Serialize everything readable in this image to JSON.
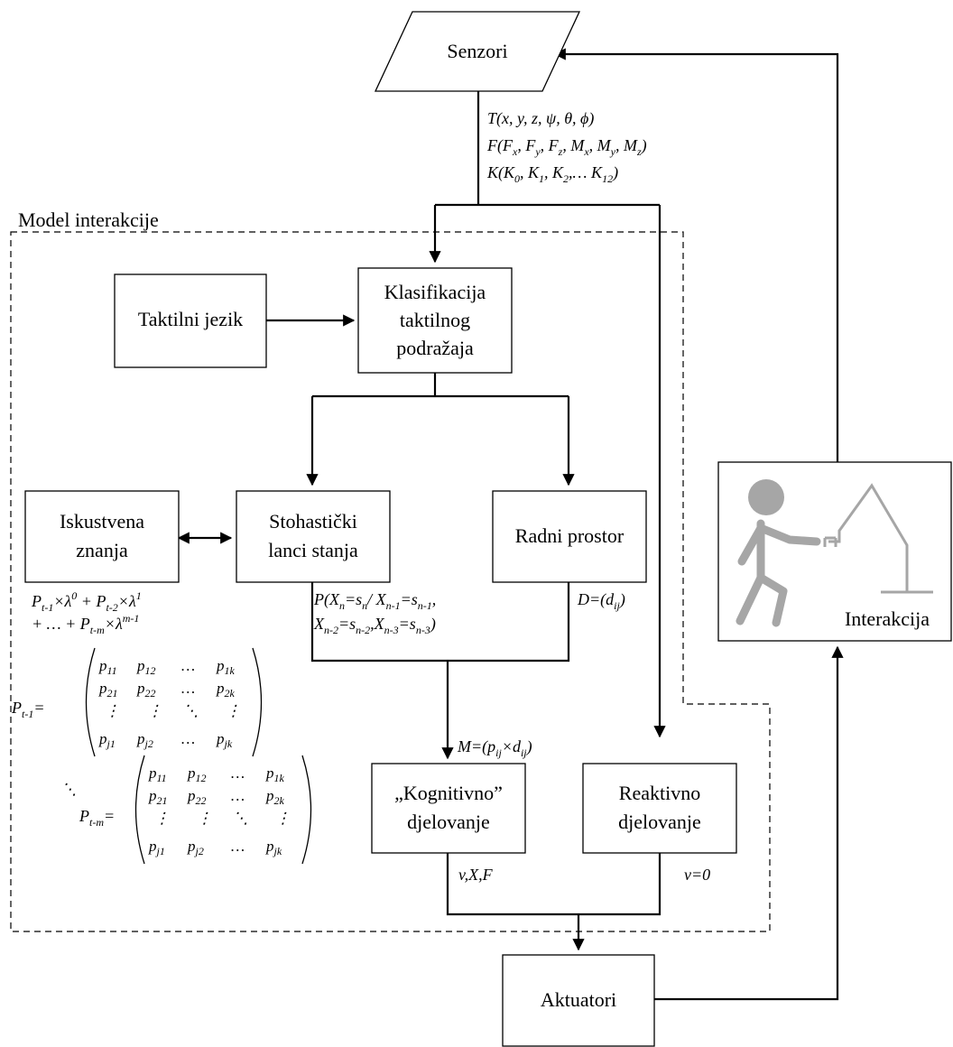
{
  "nodes": {
    "senzori": "Senzori",
    "model_label": "Model interakcije",
    "taktilni_jezik": "Taktilni jezik",
    "klasifikacija": [
      "Klasifikacija",
      "taktilnog",
      "podražaja"
    ],
    "iskustvena": [
      "Iskustvena",
      "znanja"
    ],
    "stohasticki": [
      "Stohastički",
      "lanci stanja"
    ],
    "radni_prostor": "Radni prostor",
    "kognitivno": [
      "„Kognitivno”",
      "djelovanje"
    ],
    "reaktivno": [
      "Reaktivno",
      "djelovanje"
    ],
    "aktuatori": "Aktuatori",
    "interakcija": "Interakcija"
  },
  "sensor_signals": {
    "T": "T(x, y, z, ψ, θ, ϕ)",
    "F": "F(Fx, Fy, Fz, Mx, My, Mz)",
    "K": "K(K0, K1, K2,… K12)"
  },
  "formulas": {
    "markov": "P(Xn=sn/ Xn-1=sn-1, Xn-2=sn-2,Xn-3=sn-3)",
    "workspace": "D=(dij)",
    "weighted_sum": "Pt-1×λ0 + Pt-2×λ1 + … + Pt-m×λm-1",
    "matrix_1": "Pt-1=(p11 p12 … p1k; p21 p22 … p2k; ⋮ ⋮ ⋱ ⋮; pj1 pj2 … pjk)",
    "matrix_m": "Pt-m=(p11 p12 … p1k; p21 p22 … p2k; ⋮ ⋮ ⋱ ⋮; pj1 pj2 … pjk)",
    "ellipsis": "⋱",
    "M": "M=(pij×dij)",
    "cognitive_out": "v,X,F",
    "reactive_out": "v=0"
  },
  "colors": {
    "line": "#000000",
    "figure": "#a6a6a6",
    "background": "#ffffff"
  }
}
